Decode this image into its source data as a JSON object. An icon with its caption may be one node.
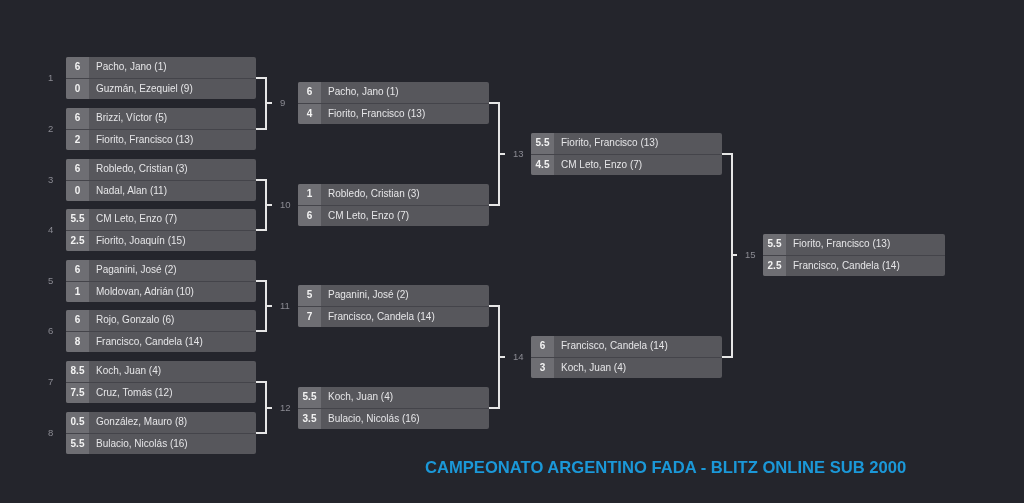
{
  "diagram": {
    "title": "CAMPEONATO ARGENTINO FADA - BLITZ ONLINE SUB 2000",
    "nodes": [
      {
        "text": [
          "6",
          "Pacho, Jano (1)",
          "0",
          "Guzmán, Ezequiel (9)"
        ],
        "beside": [
          "1"
        ]
      },
      {
        "text": [
          "6",
          "Brizzi, Víctor (5)",
          "2",
          "Fiorito, Francisco (13)"
        ],
        "beside": [
          "2"
        ]
      },
      {
        "text": [
          "6",
          "Robledo, Cristian (3)",
          "0",
          "Nadal, Alan (11)"
        ],
        "beside": [
          "3"
        ]
      },
      {
        "text": [
          "5.5",
          "CM Leto, Enzo (7)",
          "2.5",
          "Fiorito, Joaquín (15)"
        ],
        "beside": [
          "4"
        ]
      },
      {
        "text": [
          "6",
          "Paganini, José (2)",
          "1",
          "Moldovan, Adrián (10)"
        ],
        "beside": [
          "5"
        ]
      },
      {
        "text": [
          "6",
          "Rojo, Gonzalo (6)",
          "8",
          "Francisco, Candela (14)"
        ],
        "beside": [
          "6"
        ]
      },
      {
        "text": [
          "8.5",
          "Koch, Juan (4)",
          "7.5",
          "Cruz, Tomás (12)"
        ],
        "beside": [
          "7"
        ]
      },
      {
        "text": [
          "0.5",
          "González, Mauro (8)",
          "5.5",
          "Bulacio, Nicolás (16)"
        ],
        "beside": [
          "8"
        ]
      },
      {
        "text": [
          "6",
          "Pacho, Jano (1)",
          "4",
          "Fiorito, Francisco (13)"
        ],
        "beside": [
          "9"
        ]
      },
      {
        "text": [
          "1",
          "Robledo, Cristian (3)",
          "6",
          "CM Leto, Enzo (7)"
        ],
        "beside": [
          "10"
        ]
      },
      {
        "text": [
          "5",
          "Paganini, José (2)",
          "7",
          "Francisco, Candela (14)"
        ],
        "beside": [
          "11"
        ]
      },
      {
        "text": [
          "5.5",
          "Koch, Juan (4)",
          "3.5",
          "Bulacio, Nicolás (16)"
        ],
        "beside": [
          "12"
        ]
      },
      {
        "text": [
          "5.5",
          "Fiorito, Francisco (13)",
          "4.5",
          "CM Leto, Enzo (7)"
        ],
        "beside": [
          "13"
        ]
      },
      {
        "text": [
          "6",
          "Francisco, Candela (14)",
          "3",
          "Koch, Juan (4)"
        ],
        "beside": [
          "14"
        ]
      },
      {
        "text": [
          "5.5",
          "Fiorito, Francisco (13)",
          "2.5",
          "Francisco, Candela (14)"
        ],
        "beside": [
          "15"
        ]
      }
    ],
    "edges": [
      {
        "from": 0,
        "to": 8,
        "arrow": "none"
      },
      {
        "from": 1,
        "to": 8,
        "arrow": "none"
      },
      {
        "from": 2,
        "to": 9,
        "arrow": "none"
      },
      {
        "from": 3,
        "to": 9,
        "arrow": "none"
      },
      {
        "from": 4,
        "to": 10,
        "arrow": "none"
      },
      {
        "from": 5,
        "to": 10,
        "arrow": "none"
      },
      {
        "from": 6,
        "to": 11,
        "arrow": "none"
      },
      {
        "from": 7,
        "to": 11,
        "arrow": "none"
      },
      {
        "from": 8,
        "to": 12,
        "arrow": "none"
      },
      {
        "from": 9,
        "to": 12,
        "arrow": "none"
      },
      {
        "from": 10,
        "to": 13,
        "arrow": "none"
      },
      {
        "from": 11,
        "to": 13,
        "arrow": "none"
      },
      {
        "from": 12,
        "to": 14,
        "arrow": "none"
      },
      {
        "from": 13,
        "to": 14,
        "arrow": "none"
      }
    ]
  }
}
